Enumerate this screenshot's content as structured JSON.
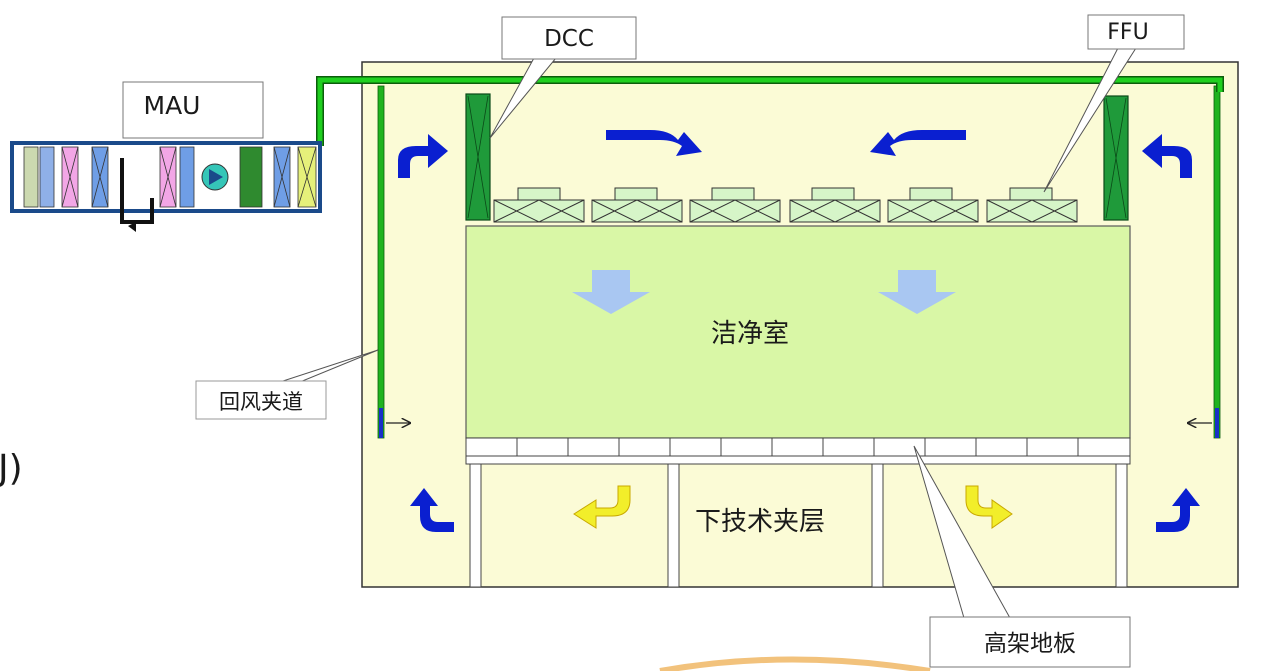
{
  "labels": {
    "dcc": "DCC",
    "ffu": "FFU",
    "mau": "MAU",
    "return_air_chase": "回风夹道",
    "clean_room": "洁净室",
    "lower_tech_mezzanine": "下技术夹层",
    "raised_floor": "高架地板",
    "left_fragment": "J)"
  },
  "colors": {
    "building": "#fbfbd6",
    "clean_room": "#d9f7a6",
    "duct": "#1fb31f",
    "dcc": "#1f9a3a",
    "ffu": "#d6f5c8",
    "airflow": "#0a1fd0",
    "supply_air": "#a9c7f2",
    "lower_flow": "#f2ee2a",
    "mau_frame": "#1a4a8a"
  },
  "icons": {
    "airflow_arrow": "curved-arrow-icon",
    "fan": "fan-icon"
  }
}
